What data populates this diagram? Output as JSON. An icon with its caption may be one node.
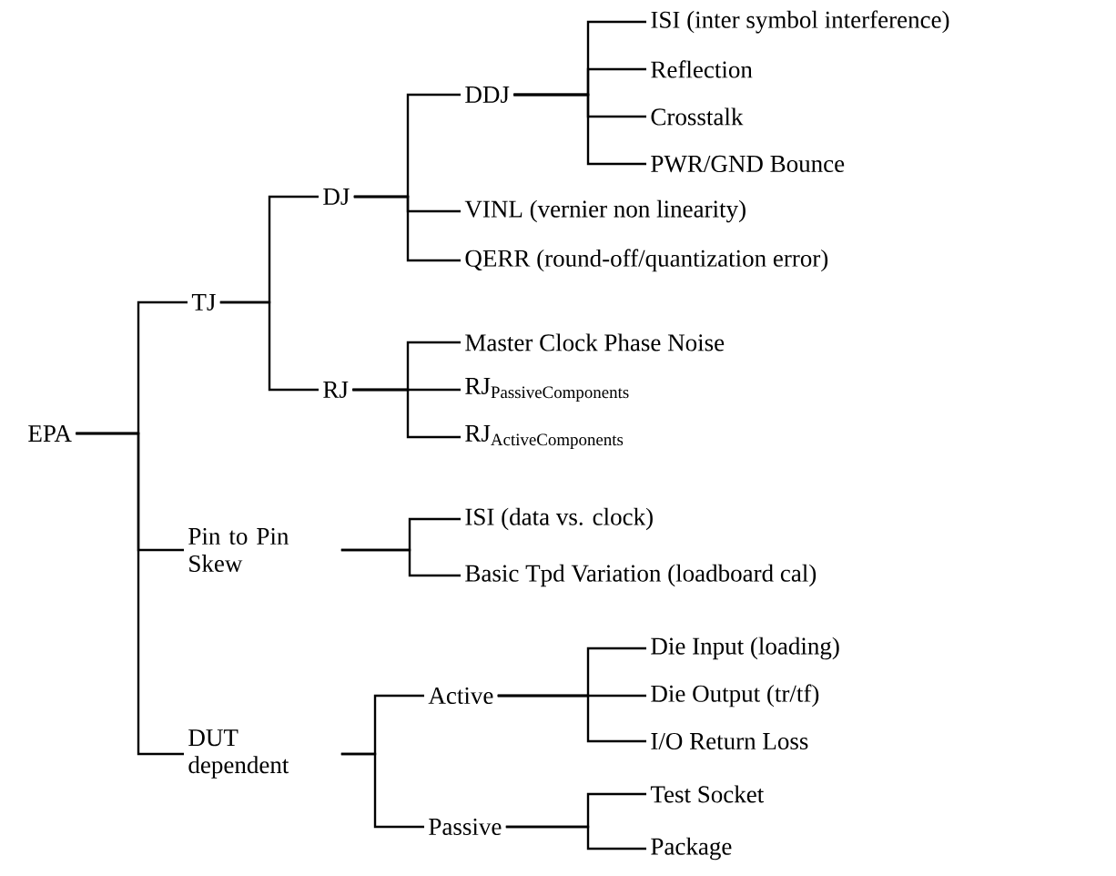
{
  "diagram": {
    "nodes": [
      {
        "text": [
          "EPA"
        ]
      },
      {
        "text": [
          "TJ"
        ]
      },
      {
        "text": [
          "Pin to Pin Skew"
        ]
      },
      {
        "text": [
          "DUT dependent"
        ]
      },
      {
        "text": [
          "DJ"
        ]
      },
      {
        "text": [
          "RJ"
        ]
      },
      {
        "text": [
          "DDJ"
        ]
      },
      {
        "text": [
          "VINL (vernier non linearity)"
        ]
      },
      {
        "text": [
          "QERR (round-off/quantization error)"
        ]
      },
      {
        "text": [
          "Master Clock Phase Noise"
        ]
      },
      {
        "text": [
          "\\mathrm{RJ}_{\\mathrm{PassiveComponents}}"
        ]
      },
      {
        "text": [
          "\\mathrm{RJ}_{\\mathrm{ActiveComponents}}"
        ]
      },
      {
        "text": [
          "ISI (inter symbol interference)"
        ]
      },
      {
        "text": [
          "Reflection"
        ]
      },
      {
        "text": [
          "Crosstalk"
        ]
      },
      {
        "text": [
          "PWR/GND Bounce"
        ]
      },
      {
        "text": [
          "ISI (data vs. clock)"
        ]
      },
      {
        "text": [
          "Basic Tpd Variation (loadboard cal)"
        ]
      },
      {
        "text": [
          "Active"
        ]
      },
      {
        "text": [
          "Passive"
        ]
      },
      {
        "text": [
          "Die Input (loading)"
        ]
      },
      {
        "text": [
          "Die Output (tr/tf)"
        ]
      },
      {
        "text": [
          "I/O Return Loss"
        ]
      },
      {
        "text": [
          "Test Socket"
        ]
      },
      {
        "text": [
          "Package"
        ]
      }
    ],
    "edges": [
      {
        "from": 0,
        "to": 1,
        "arrow": "none"
      },
      {
        "from": 0,
        "to": 2,
        "arrow": "none"
      },
      {
        "from": 0,
        "to": 3,
        "arrow": "none"
      },
      {
        "from": 1,
        "to": 4,
        "arrow": "none"
      },
      {
        "from": 1,
        "to": 5,
        "arrow": "none"
      },
      {
        "from": 4,
        "to": 6,
        "arrow": "none"
      },
      {
        "from": 4,
        "to": 7,
        "arrow": "none"
      },
      {
        "from": 4,
        "to": 8,
        "arrow": "none"
      },
      {
        "from": 6,
        "to": 12,
        "arrow": "none"
      },
      {
        "from": 6,
        "to": 13,
        "arrow": "none"
      },
      {
        "from": 6,
        "to": 14,
        "arrow": "none"
      },
      {
        "from": 6,
        "to": 15,
        "arrow": "none"
      },
      {
        "from": 5,
        "to": 9,
        "arrow": "none"
      },
      {
        "from": 5,
        "to": 10,
        "arrow": "none"
      },
      {
        "from": 5,
        "to": 11,
        "arrow": "none"
      },
      {
        "from": 2,
        "to": 16,
        "arrow": "none"
      },
      {
        "from": 2,
        "to": 17,
        "arrow": "none"
      },
      {
        "from": 3,
        "to": 18,
        "arrow": "none"
      },
      {
        "from": 3,
        "to": 19,
        "arrow": "none"
      },
      {
        "from": 18,
        "to": 20,
        "arrow": "none"
      },
      {
        "from": 18,
        "to": 21,
        "arrow": "none"
      },
      {
        "from": 18,
        "to": 22,
        "arrow": "none"
      },
      {
        "from": 19,
        "to": 23,
        "arrow": "none"
      },
      {
        "from": 19,
        "to": 24,
        "arrow": "none"
      }
    ]
  }
}
